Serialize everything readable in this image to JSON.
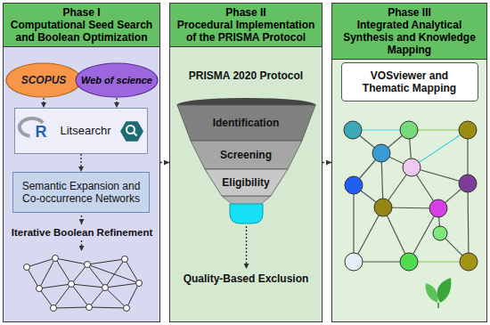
{
  "diagram": {
    "nodes": [
      {
        "text": [
          "Phase I",
          "Computational Seed Search and Boolean Optimization"
        ]
      },
      {
        "text": [
          "SCOPUS"
        ],
        "in": 0
      },
      {
        "text": [
          "Web of science"
        ],
        "in": 0
      },
      {
        "text": [
          "Litsearchr"
        ],
        "in": 0
      },
      {
        "text": [
          "Semantic Expansion and Co-occurrence Networks"
        ],
        "in": 0
      },
      {
        "text": [
          "Phase II",
          "Procedural Implementation of the PRISMA Protocol"
        ]
      },
      {
        "text": [
          "Identification"
        ],
        "in": 5
      },
      {
        "text": [
          "Screening"
        ],
        "in": 5
      },
      {
        "text": [
          "Eligibility"
        ],
        "in": 5
      },
      {
        "text": [
          "Phase III",
          "Integrated Analytical Synthesis and Knowledge Mapping"
        ]
      },
      {
        "text": [
          "VOSviewer and Thematic Mapping"
        ],
        "in": 9
      }
    ],
    "edges": [
      {
        "from": 1,
        "to": 3,
        "arrow": "to"
      },
      {
        "from": 2,
        "to": 3,
        "arrow": "to"
      },
      {
        "from": 3,
        "to": 4,
        "arrow": "to"
      },
      {
        "from": 0,
        "to": 5,
        "arrow": "to"
      },
      {
        "from": 5,
        "to": 9,
        "arrow": "to"
      }
    ],
    "labels": [
      "R",
      "Iterative Boolean Refinement",
      "PRISMA 2020 Protocol",
      "Quality-Based Exclusion"
    ]
  }
}
